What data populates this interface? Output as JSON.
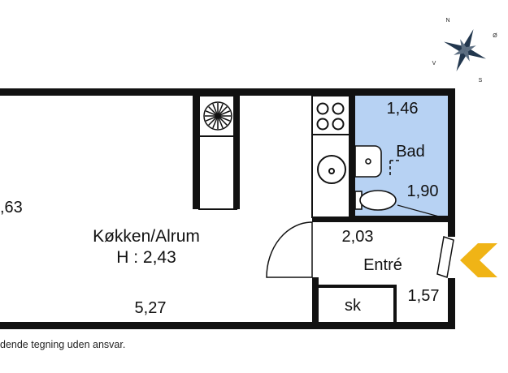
{
  "rooms": {
    "kitchen": {
      "name": "Køkken/Alrum",
      "height": "H : 2,43",
      "width_dim": "5,27",
      "depth_dim": ",63"
    },
    "bathroom": {
      "name": "Bad",
      "width_dim": "1,46",
      "depth_dim": "1,90",
      "fill": "#b7d2f3"
    },
    "entrance": {
      "name": "Entré",
      "width_dim": "2,03",
      "depth_dim": "1,57"
    },
    "closet": {
      "name": "sk"
    }
  },
  "compass": {
    "north": "N",
    "south": "S",
    "east": "Ø",
    "west": "V"
  },
  "entrance_marker": {
    "color": "#f0b416"
  },
  "disclaimer": "dende tegning uden ansvar.",
  "colors": {
    "wall": "#111111",
    "background": "#ffffff"
  }
}
